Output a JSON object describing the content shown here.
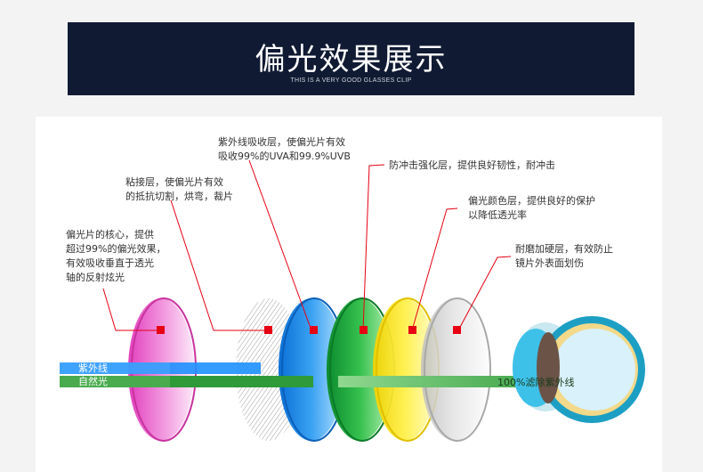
{
  "banner": {
    "title": "偏光效果展示",
    "subtitle": "THIS IS A VERY GOOD GLASSES CLIP"
  },
  "annotations": {
    "uv_layer": [
      "紫外线吸收层，使偏光片有效",
      "吸收99%的UVA和99.9%UVB"
    ],
    "impact_layer": [
      "防冲击强化层，提供良好韧性，耐冲击"
    ],
    "adhesive_layer": [
      "粘接层，使偏光片有效",
      "的抵抗切割，烘弯，裁片"
    ],
    "color_layer": [
      "偏光颜色层，提供良好的保护",
      "以降低透光率"
    ],
    "core_layer": [
      "偏光片的核心，提供",
      "超过99%的偏光效果，",
      "有效吸收垂直于透光",
      "轴的反射炫光"
    ],
    "hard_coat": [
      "耐磨加硬层，有效防止",
      "镜片外表面划伤"
    ]
  },
  "beams": {
    "uv_label": "紫外线",
    "natural_label": "自然光",
    "filter_label": "100%滤除紫外线"
  },
  "colors": {
    "banner_bg": "#101a33",
    "leader_line": "#e60012",
    "uv_beam": "#1e90ff",
    "natural_beam": "#2e9a3a"
  }
}
